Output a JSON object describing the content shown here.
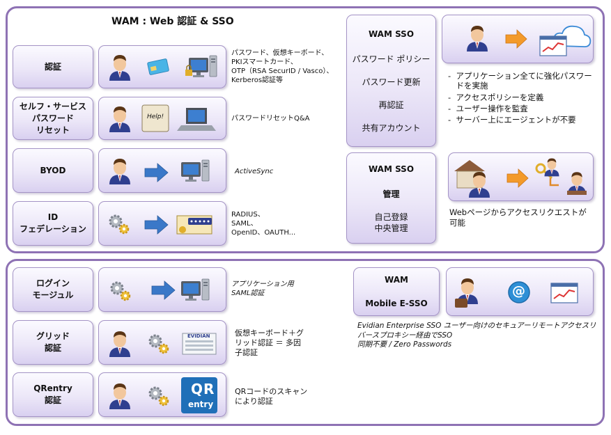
{
  "top": {
    "title": "WAM : Web 認証 & SSO",
    "rows": [
      {
        "label": "認証",
        "desc": "パスワード、仮想キーボード、\nPKIスマートカード、\nOTP（RSA SecurID / Vasco）、\nKerberos認証等"
      },
      {
        "label": "セルフ・サービス\nパスワード\nリセット",
        "desc": "パスワードリセットQ&A"
      },
      {
        "label": "BYOD",
        "desc": "ActiveSync"
      },
      {
        "label": "ID\nフェデレーション",
        "desc": "RADIUS、\nSAML、\nOpenID、OAUTH..."
      }
    ],
    "wam_sso": {
      "title": "WAM SSO",
      "items": [
        "パスワード ポリシー",
        "パスワード更新",
        "再認証",
        "共有アカウント"
      ],
      "bullets": [
        "アプリケーション全てに強化パスワードを実施",
        "アクセスポリシーを定義",
        "ユーザー操作を監査",
        "サーバー上にエージェントが不要"
      ]
    },
    "wam_mgmt": {
      "title": "WAM SSO",
      "subtitle": "管理",
      "items": [
        "自己登録",
        "中央管理"
      ],
      "caption": "Webページからアクセスリクエストが可能"
    }
  },
  "bottom": {
    "rows": [
      {
        "label": "ログイン\nモージュル",
        "desc": "アプリケーション用\nSAML認証"
      },
      {
        "label": "グリッド\n認証",
        "desc": "仮想キーボード＋グ\nリッド認証 ＝ 多因\n子認証"
      },
      {
        "label": "QRentry\n認証",
        "desc": "QRコードのスキャン\nにより認証"
      }
    ],
    "mobile": {
      "title": "WAM",
      "subtitle": "Mobile E-SSO",
      "caption": "Evidian Enterprise SSO ユーザー向けのセキュアーリモートアクセスリバースプロキシー経由でSSO\n同期不要 / Zero Passwords"
    },
    "grid_card_text": "EVIDIAN",
    "qr_letters": "QR",
    "qr_word": "entry"
  },
  "icons": {
    "help_text": "Help!",
    "email_symbol": "@"
  },
  "colors": {
    "frame": "#8e72b4",
    "arrow": "#3a78c8",
    "orange_arrow": "#f39a2a"
  }
}
